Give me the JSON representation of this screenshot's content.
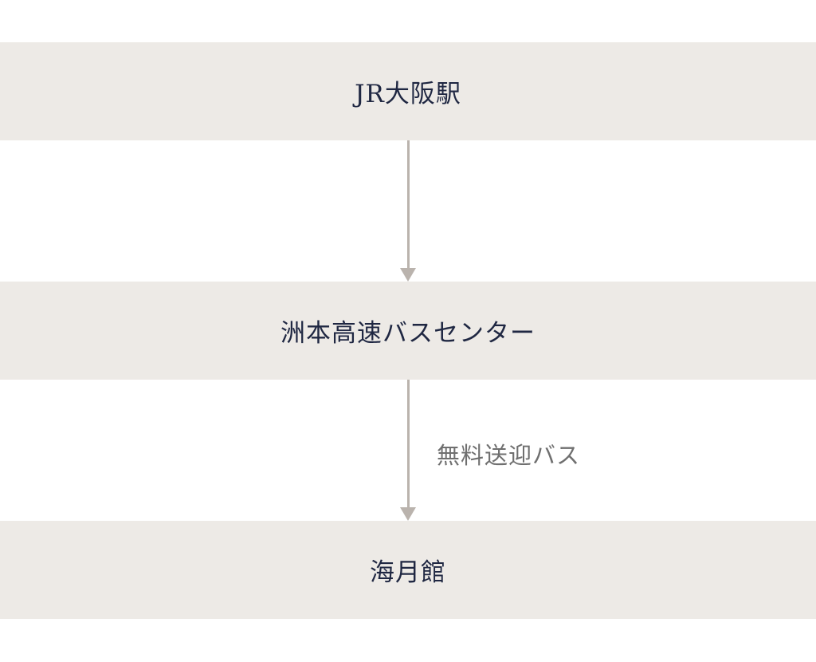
{
  "steps": [
    {
      "label": "JR大阪駅"
    },
    {
      "label": "洲本高速バスセンター"
    },
    {
      "label": "海月館"
    }
  ],
  "connectors": [
    {
      "label": ""
    },
    {
      "label": "無料送迎バス"
    }
  ],
  "colors": {
    "box": "#edeae6",
    "text": "#1f2742",
    "arrow": "#bab3ad",
    "label": "#6f6f6f"
  }
}
